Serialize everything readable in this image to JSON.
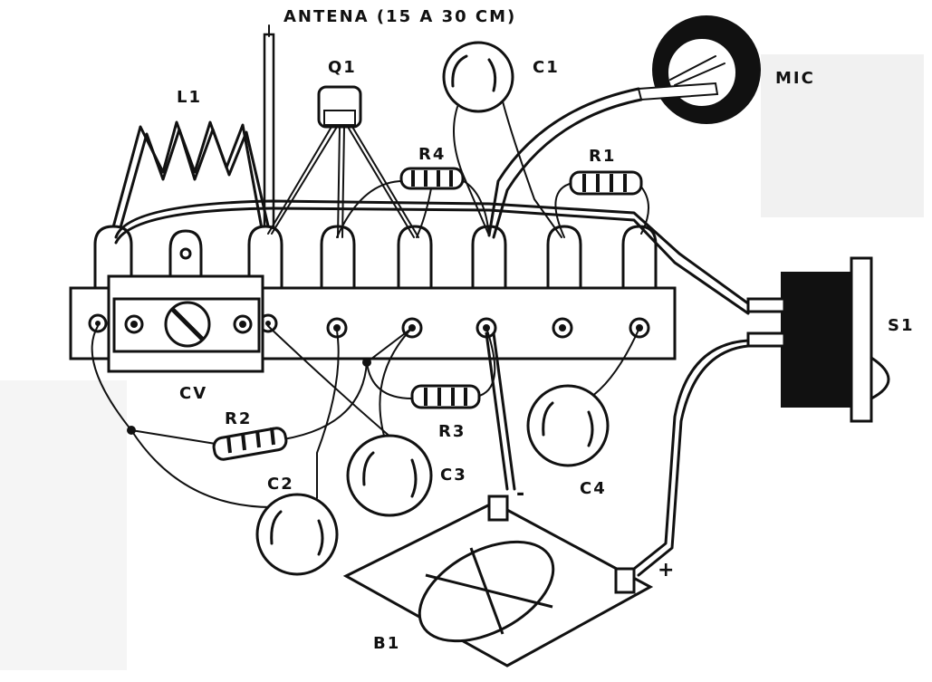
{
  "labels": {
    "antenna": "ANTENA (15 A 30 CM)",
    "l1": "L1",
    "q1": "Q1",
    "c1": "C1",
    "mic": "MIC",
    "r4": "R4",
    "r1": "R1",
    "s1": "S1",
    "cv": "CV",
    "r2": "R2",
    "r3": "R3",
    "c2": "C2",
    "c3": "C3",
    "c4": "C4",
    "b1": "B1",
    "minus": "-",
    "plus": "+"
  },
  "colors": {
    "ink": "#111111",
    "paper": "#ffffff"
  }
}
